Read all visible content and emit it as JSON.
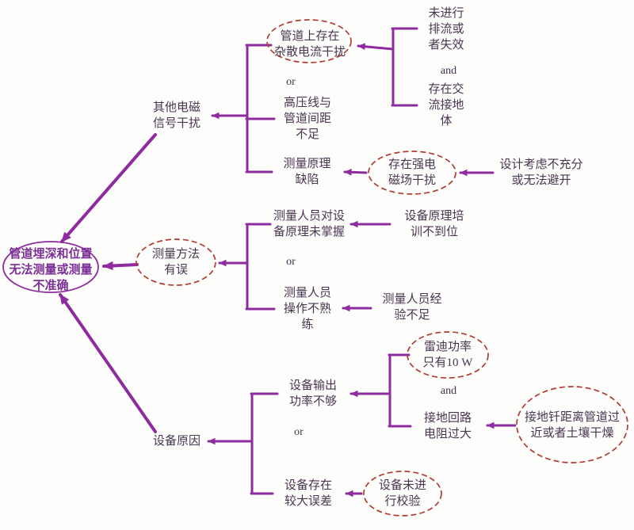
{
  "figure": {
    "root": "管道埋深和位置\n无法测量或测量\n不准确",
    "operators": {
      "or": "or",
      "and": "and"
    },
    "branches": {
      "em": {
        "label": "其他电磁\n信号干扰",
        "stray_current": "管道上存在\n杂散电流干扰",
        "no_drainage": "未进行\n排流或\n者失效",
        "ac_ground_body": "存在交\n流接地\n体",
        "hv_line_distance": "高压线与\n管道间距\n不足",
        "principle_defect": "测量原理\n缺陷",
        "strong_field": "存在强电\n磁场干扰",
        "design_inadequate": "设计考虑不充分\n或无法避开"
      },
      "method": {
        "label": "测量方法\n有误",
        "principle_not_mastered": "测量人员对设\n备原理未掌握",
        "training_insufficient": "设备原理培\n训不到位",
        "operation_unskilled": "测量人员\n操作不熟\n练",
        "experience_lacking": "测量人员经\n验不足"
      },
      "equipment": {
        "label": "设备原因",
        "output_power_low": "设备输出\n功率不够",
        "radio_power": "雷迪功率\n只有10 W",
        "loop_resistance_high": "接地回路\n电阻过大",
        "ground_stake": "接地钎距离管道过\n近或者土壤干燥",
        "large_error": "设备存在\n较大误差",
        "not_calibrated": "设备未进\n行校验"
      }
    },
    "colors": {
      "arrow": "#8e2b9e",
      "node_text": "#4a3550",
      "root_text": "#7b2f96",
      "highlight_dashed": "#b23b32"
    }
  }
}
